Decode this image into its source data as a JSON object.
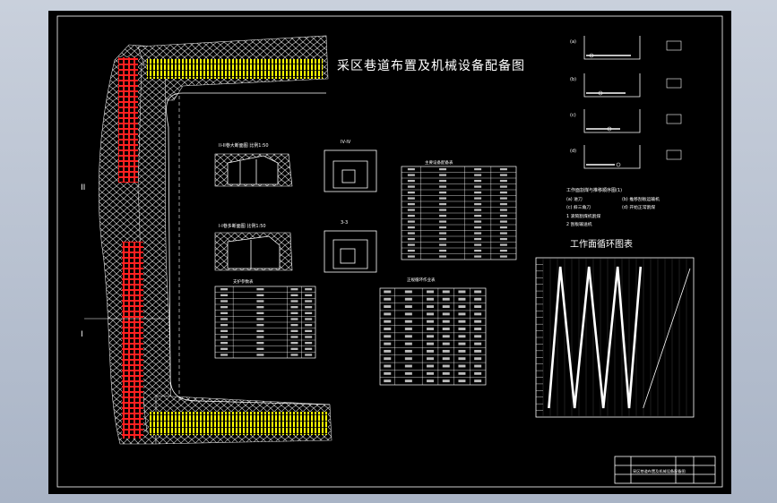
{
  "drawing": {
    "title": "采区巷道布置及机械设备配备图",
    "section_labels": {
      "roadway_section_ii": "II-II巷大断面图 比例1:50",
      "section_iv": "IV-IV",
      "roadway_section_i": "I-I巷多断面图 比例1:50",
      "section_3": "3-3",
      "left_mark_top": "II",
      "left_mark_bottom": "I"
    },
    "cycle_chart_title": "工作面循环图表",
    "mining_notes": {
      "heading": "工作面割煤与推移顺序图(1)",
      "items": [
        "(a) 进刀",
        "(b) 推移刮板运输机",
        "(c) 斜三角刀",
        "(d) 开始正常割煤"
      ],
      "notes": [
        "1 滚筒割煤机割煤",
        "2 刮板输送机"
      ],
      "fig_labels": [
        "(a)",
        "(b)",
        "(c)",
        "(d)"
      ]
    },
    "equipment_table_title": "主要设备配备表",
    "cycle_table_title": "正规循环作业表",
    "section_table_title": "支护参数表",
    "title_block_text": "采区巷道布置及机械设备配备图"
  },
  "colors": {
    "background": "#000000",
    "line": "#ffffff",
    "coal_fill": "#ffff00",
    "pillar_red": "#ff2020",
    "frame_outer": "#c9d0dc"
  },
  "chart_data": {
    "type": "line",
    "title": "工作面循环图表",
    "series": [
      {
        "values": [
          0,
          1,
          0,
          1,
          0,
          1,
          0,
          1
        ]
      }
    ]
  }
}
